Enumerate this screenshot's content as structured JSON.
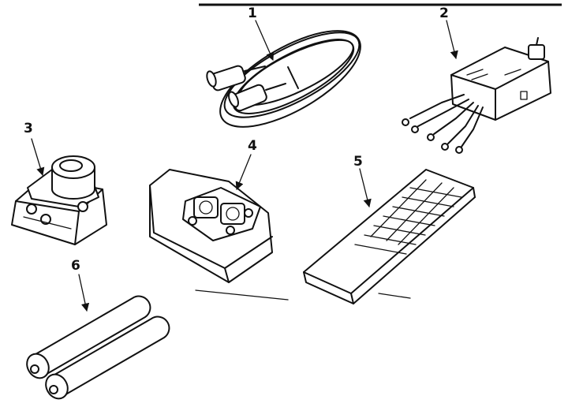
{
  "figure": {
    "callouts": [
      {
        "label": "1",
        "part": "cable"
      },
      {
        "label": "2",
        "part": "adapter-box"
      },
      {
        "label": "3",
        "part": "knob-module"
      },
      {
        "label": "4",
        "part": "block-unit"
      },
      {
        "label": "5",
        "part": "remote-control"
      },
      {
        "label": "6",
        "part": "batteries"
      }
    ],
    "colors": {
      "line": "#111111",
      "background": "#ffffff"
    }
  }
}
